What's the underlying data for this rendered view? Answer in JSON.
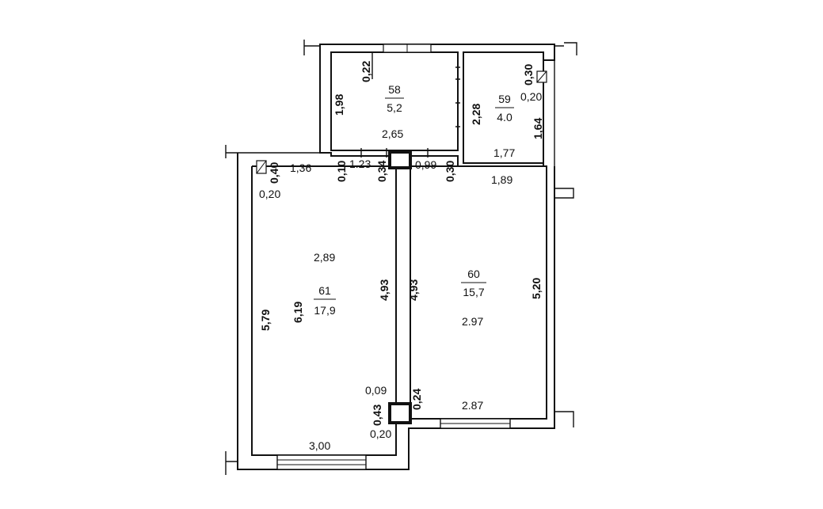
{
  "rooms": [
    {
      "number": "58",
      "area": "5,2"
    },
    {
      "number": "59",
      "area": "4.0"
    },
    {
      "number": "60",
      "area": "15,7"
    },
    {
      "number": "61",
      "area": "17,9"
    }
  ],
  "dims": {
    "d58_width": "2,65",
    "d58_height": "1,98",
    "d58_top": "0,22",
    "d59_width": "1,77",
    "d59_h_left": "2,28",
    "d59_h_right": "1,64",
    "d59_a": "0,30",
    "d59_b": "0,20",
    "w136": "1,36",
    "w040": "0,40",
    "w020a": "0,20",
    "w010": "0,10",
    "w123": "1.23",
    "w034": "0,34",
    "w099": "0,99",
    "w030": "0,30",
    "w189": "1,89",
    "r61_width": "2,89",
    "r61_h_outer": "5,79",
    "r61_h_inner": "6,19",
    "r61_wall_left": "4,93",
    "r60_wall_right": "4,93",
    "r60_width": "2.97",
    "r60_height": "5,20",
    "w009": "0,09",
    "w024": "0,24",
    "w043": "0,43",
    "w020b": "0,20",
    "w287": "2.87",
    "w300": "3,00"
  }
}
